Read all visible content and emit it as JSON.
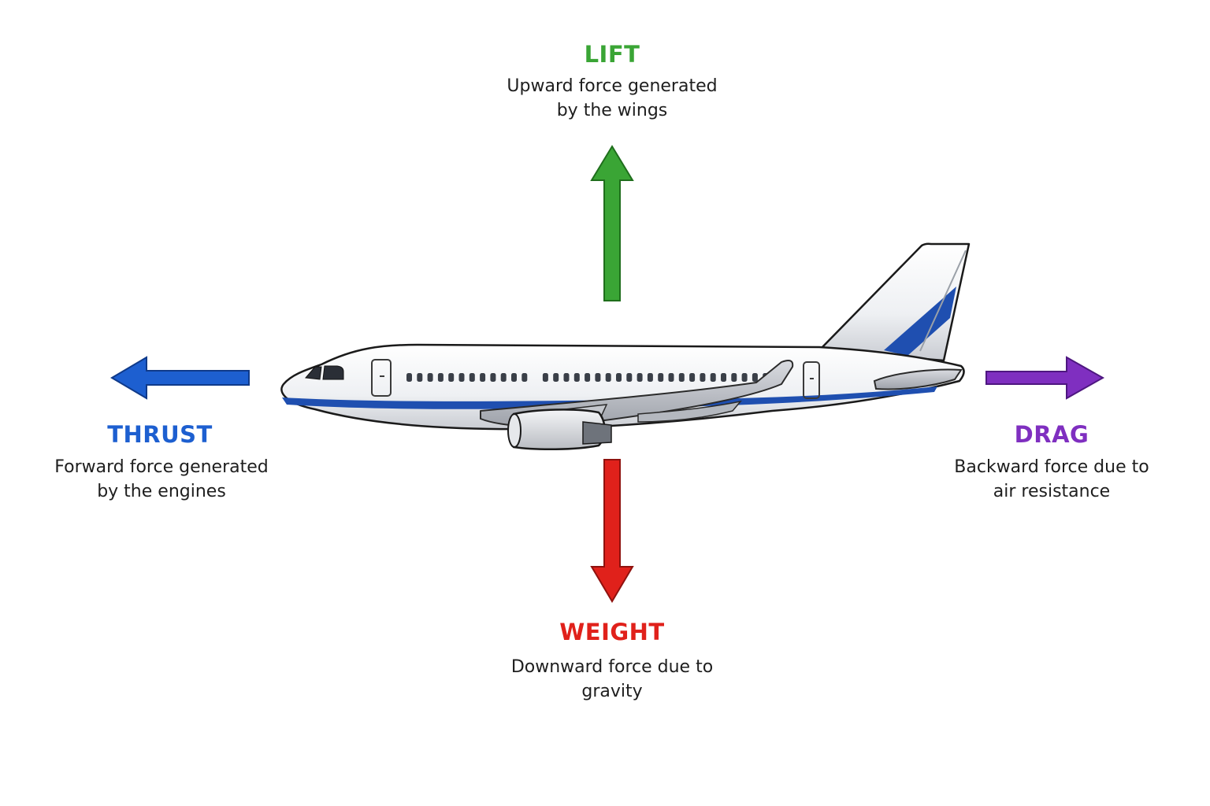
{
  "forces": {
    "lift": {
      "title": "LIFT",
      "desc_line1": "Upward force generated",
      "desc_line2": "by the wings",
      "color": "#3aa535",
      "stroke": "#1f6e1c"
    },
    "thrust": {
      "title": "THRUST",
      "desc_line1": "Forward force generated",
      "desc_line2": "by the engines",
      "color": "#1d5fd0",
      "stroke": "#0f3a8a"
    },
    "drag": {
      "title": "DRAG",
      "desc_line1": "Backward force due to",
      "desc_line2": "air resistance",
      "color": "#7f2fc0",
      "stroke": "#4e1780"
    },
    "weight": {
      "title": "WEIGHT",
      "desc_line1": "Downward force due to",
      "desc_line2": "gravity",
      "color": "#e0211b",
      "stroke": "#8f120e"
    }
  },
  "airplane": {
    "icon": "airplane-icon",
    "body_color": "#f4f5f7",
    "stripe_color": "#1f4fb0"
  }
}
